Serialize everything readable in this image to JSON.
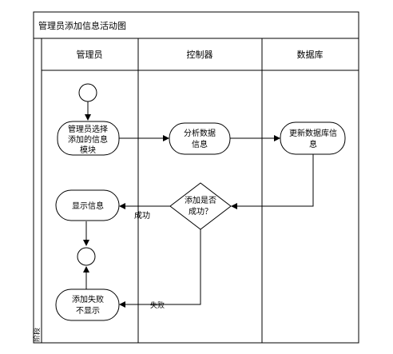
{
  "diagram": {
    "title": "管理员添加信息活动图",
    "phase_label": "阶段",
    "lanes": [
      {
        "label": "管理员"
      },
      {
        "label": "控制器"
      },
      {
        "label": "数据库"
      }
    ],
    "nodes": {
      "select_module": {
        "lines": [
          "管理员选择",
          "添加的信息",
          "模块"
        ]
      },
      "analyze_data": {
        "lines": [
          "分析数据",
          "信息"
        ]
      },
      "update_db": {
        "lines": [
          "更新数据库信",
          "息"
        ]
      },
      "decision": {
        "lines": [
          "添加是否",
          "成功？"
        ]
      },
      "show_info": {
        "lines": [
          "显示信息"
        ]
      },
      "fail_no_show": {
        "lines": [
          "添加失败",
          "不显示"
        ]
      }
    },
    "edge_labels": {
      "success": "成功",
      "fail": "失败"
    }
  }
}
